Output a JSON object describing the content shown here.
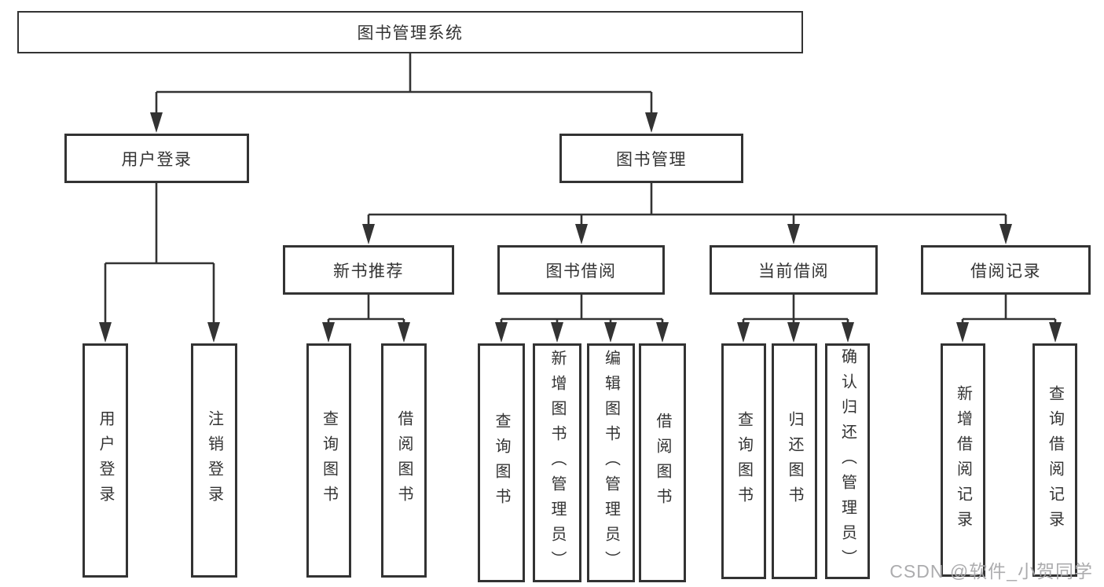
{
  "watermark": "CSDN @软件_小贺同学",
  "tree": {
    "label": "图书管理系统",
    "children": [
      {
        "label": "用户登录",
        "children": [
          {
            "label": "用户登录"
          },
          {
            "label": "注销登录"
          }
        ]
      },
      {
        "label": "图书管理",
        "children": [
          {
            "label": "新书推荐",
            "children": [
              {
                "label": "查询图书"
              },
              {
                "label": "借阅图书"
              }
            ]
          },
          {
            "label": "图书借阅",
            "children": [
              {
                "label": "查询图书"
              },
              {
                "label": "新增图书（管理员）"
              },
              {
                "label": "编辑图书（管理员）"
              },
              {
                "label": "借阅图书"
              }
            ]
          },
          {
            "label": "当前借阅",
            "children": [
              {
                "label": "查询图书"
              },
              {
                "label": "归还图书"
              },
              {
                "label": "确认归还（管理员）"
              }
            ]
          },
          {
            "label": "借阅记录",
            "children": [
              {
                "label": "新增借阅记录"
              },
              {
                "label": "查询借阅记录"
              }
            ]
          }
        ]
      }
    ]
  },
  "colors": {
    "line": "#333333",
    "box_border": "#333333",
    "box_fill": "#ffffff",
    "text": "#333333",
    "watermark": "#a8a8aa",
    "background": "#ffffff"
  }
}
